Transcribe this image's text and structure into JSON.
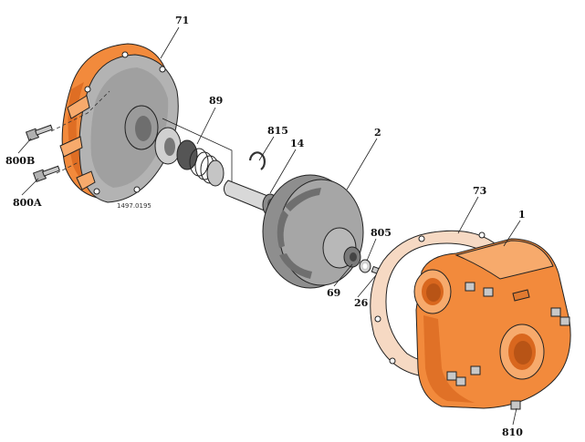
{
  "drawing_code": "1497.0195",
  "colors": {
    "orange": "#f28a3c",
    "orange_dark": "#d9671e",
    "orange_light": "#f7aa6c",
    "grey": "#a9a9a9",
    "grey_dark": "#777777",
    "grey_light": "#cfcfcf",
    "gasket": "#f6d9c3"
  },
  "callouts": [
    {
      "id": "71",
      "text": "71"
    },
    {
      "id": "89",
      "text": "89"
    },
    {
      "id": "815",
      "text": "815"
    },
    {
      "id": "14",
      "text": "14"
    },
    {
      "id": "2",
      "text": "2"
    },
    {
      "id": "73",
      "text": "73"
    },
    {
      "id": "1",
      "text": "1"
    },
    {
      "id": "800B",
      "text": "800B"
    },
    {
      "id": "800A",
      "text": "800A"
    },
    {
      "id": "805",
      "text": "805"
    },
    {
      "id": "69",
      "text": "69"
    },
    {
      "id": "26",
      "text": "26"
    },
    {
      "id": "810",
      "text": "810"
    }
  ]
}
